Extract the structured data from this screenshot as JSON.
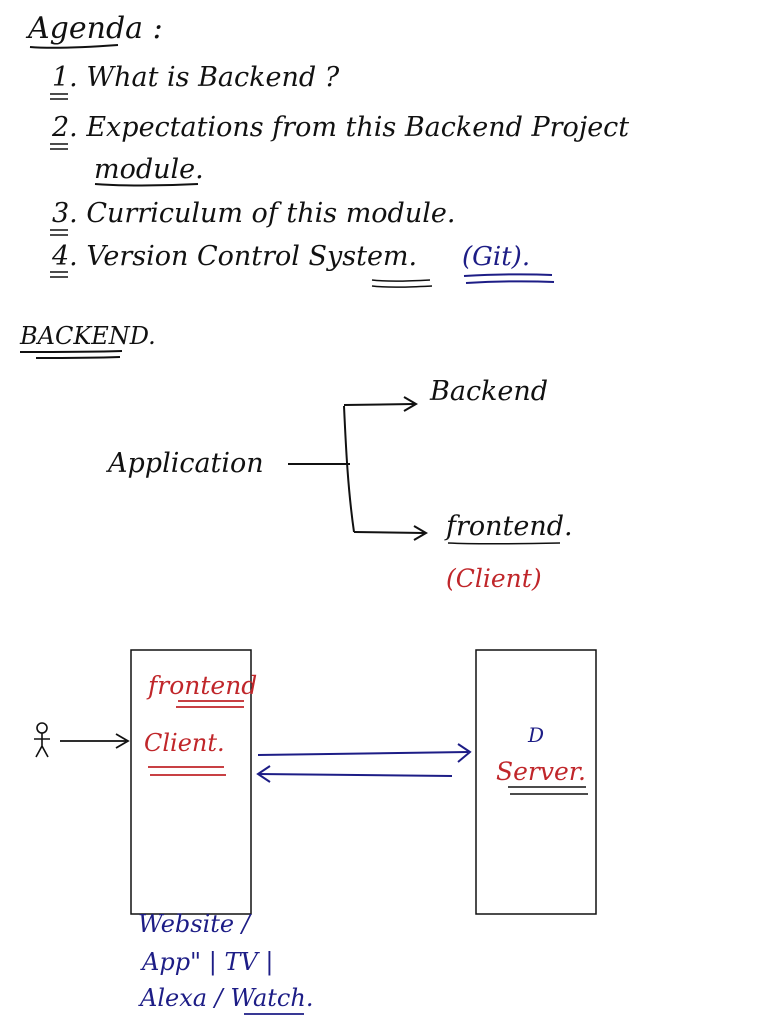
{
  "notes": {
    "agenda_title": "Agenda :",
    "agenda_items": [
      "1. What is Backend ?",
      "2. Expectations from this Backend Project",
      "module.",
      "3. Curriculum of this module.",
      "4. Version Control System."
    ],
    "git_note": "(Git).",
    "section_title": "BACKEND.",
    "tree": {
      "root": "Application",
      "branch_top": "Backend",
      "branch_bottom": "frontend.",
      "bottom_note": "(Client)"
    },
    "diagram": {
      "left_box_title": "frontend",
      "left_box_subtitle": "Client.",
      "right_box_icon_label": "D",
      "right_box_label": "Server.",
      "bottom_note_lines": [
        "Website /",
        "App\" | TV |",
        "Alexa / Watch."
      ]
    }
  },
  "colors": {
    "ink_black": "#111111",
    "ink_red": "#c0262a",
    "ink_blue": "#1d1d86"
  }
}
